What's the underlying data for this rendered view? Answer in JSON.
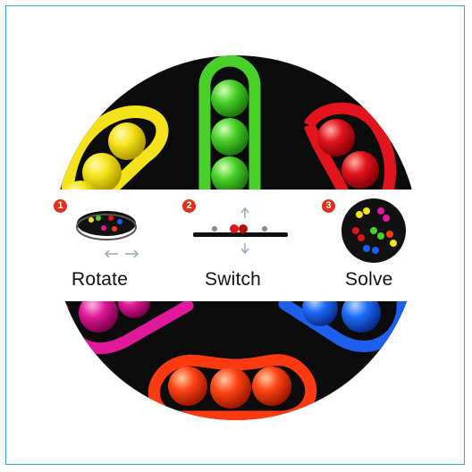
{
  "steps": [
    {
      "number": "1",
      "label": "Rotate"
    },
    {
      "number": "2",
      "label": "Switch"
    },
    {
      "number": "3",
      "label": "Solve"
    }
  ],
  "colors": {
    "disc": "#0b0b0b",
    "band": "#ffffff",
    "frame_border": "#38a8c8",
    "step_badge": "#e0301e",
    "yellow": "#f4e21a",
    "green": "#49d12a",
    "red": "#e3141c",
    "magenta": "#e0189a",
    "blue": "#1e5ff0",
    "orange": "#ff3a10"
  },
  "icons": [
    "rotate-arrows-icon",
    "switch-arrows-icon",
    "solved-puzzle-icon"
  ]
}
